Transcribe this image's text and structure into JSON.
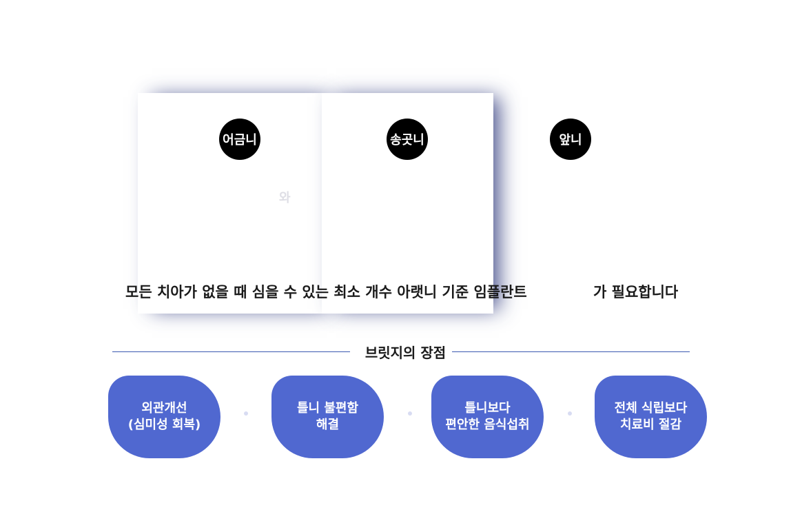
{
  "badges": {
    "molar": "어금니",
    "canine": "송곳니",
    "front": "앞니"
  },
  "faint_text": "와",
  "caption": {
    "main": "모든 치아가 없을 때 심을 수 있는 최소 개수 아랫니 기준 임플란트",
    "suffix": "가 필요합니다"
  },
  "section_title": "브릿지의 장점",
  "cards": [
    "외관개선\n(심미성 회복)",
    "틀니 불편함\n해결",
    "틀니보다\n편안한 음식섭취",
    "전체 식립보다\n치료비 절감"
  ],
  "colors": {
    "card": "#5068d0",
    "rule": "#3b58b0",
    "badge": "#000000"
  }
}
